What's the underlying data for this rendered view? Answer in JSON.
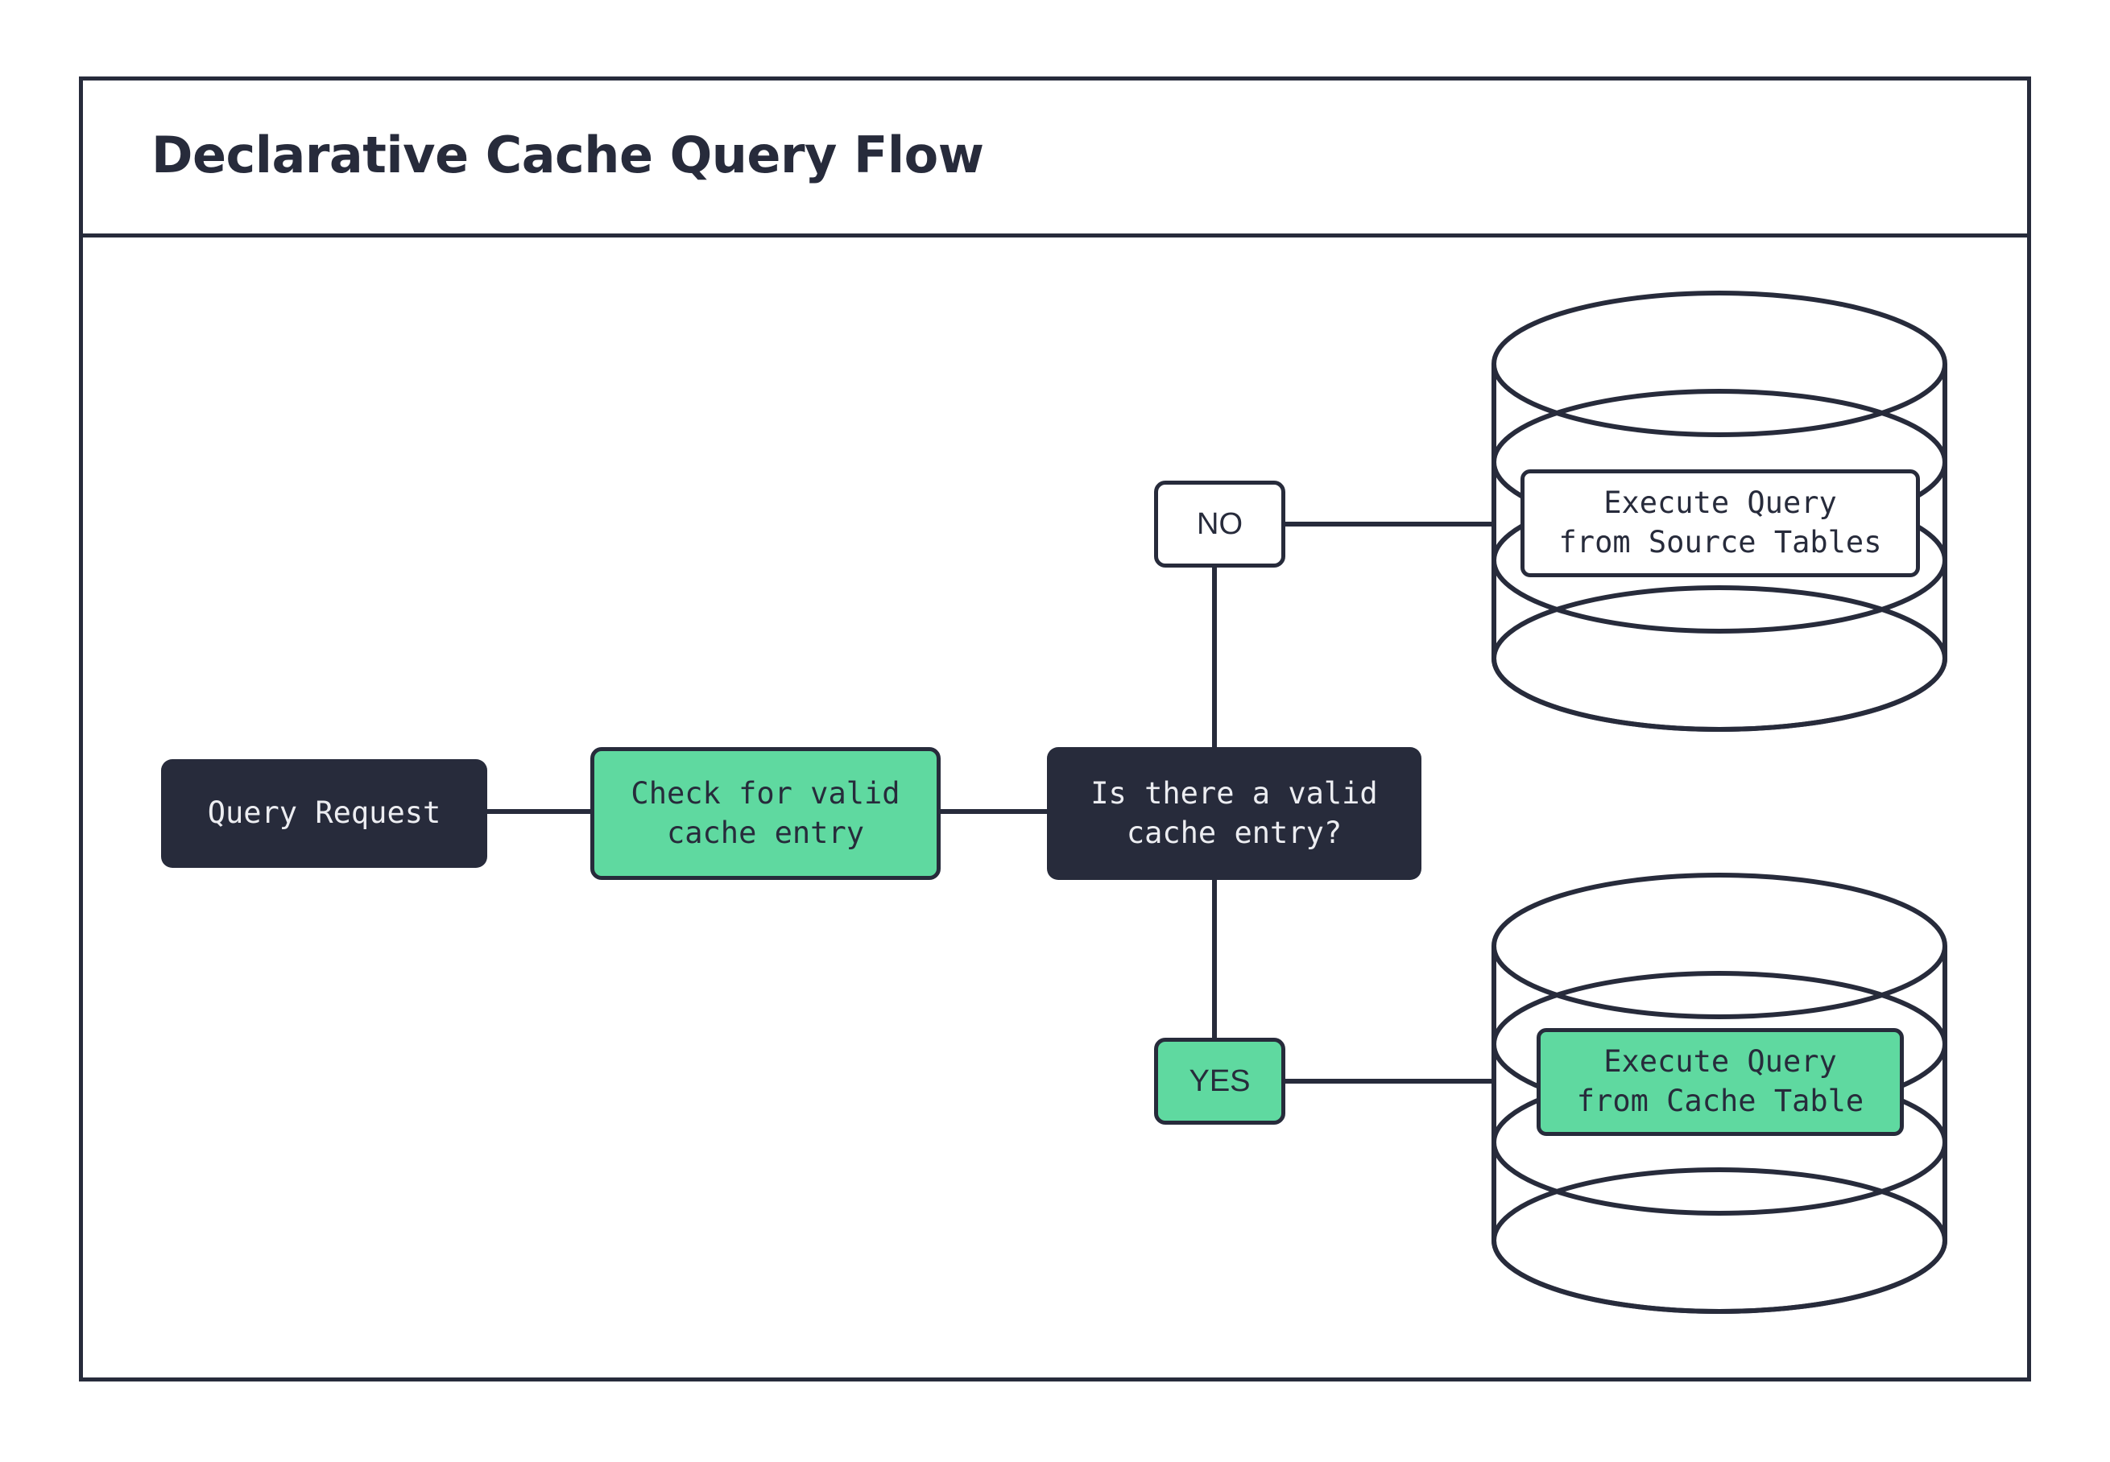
{
  "frame": {
    "title": "Declarative Cache Query Flow",
    "border_color": "#272B3B",
    "background": "#ffffff"
  },
  "palette": {
    "dark": "#272B3B",
    "green": "#5FD9A0",
    "light_text": "#ECEDF1",
    "white": "#ffffff"
  },
  "flow": {
    "start_node": {
      "label": "Query Request",
      "style": "dark"
    },
    "process_node": {
      "label": "Check for valid\ncache entry",
      "style": "green"
    },
    "decision_node": {
      "label": "Is there a valid\ncache entry?",
      "style": "dark"
    },
    "branches": [
      {
        "label": "NO",
        "style": "white"
      },
      {
        "label": "YES",
        "style": "green"
      }
    ],
    "datastores": [
      {
        "label": "Execute Query\nfrom Source Tables",
        "style": "white",
        "icon": "database-cylinder-icon",
        "branch": "NO"
      },
      {
        "label": "Execute Query\nfrom Cache Table",
        "style": "green",
        "icon": "database-cylinder-icon",
        "branch": "YES"
      }
    ]
  }
}
